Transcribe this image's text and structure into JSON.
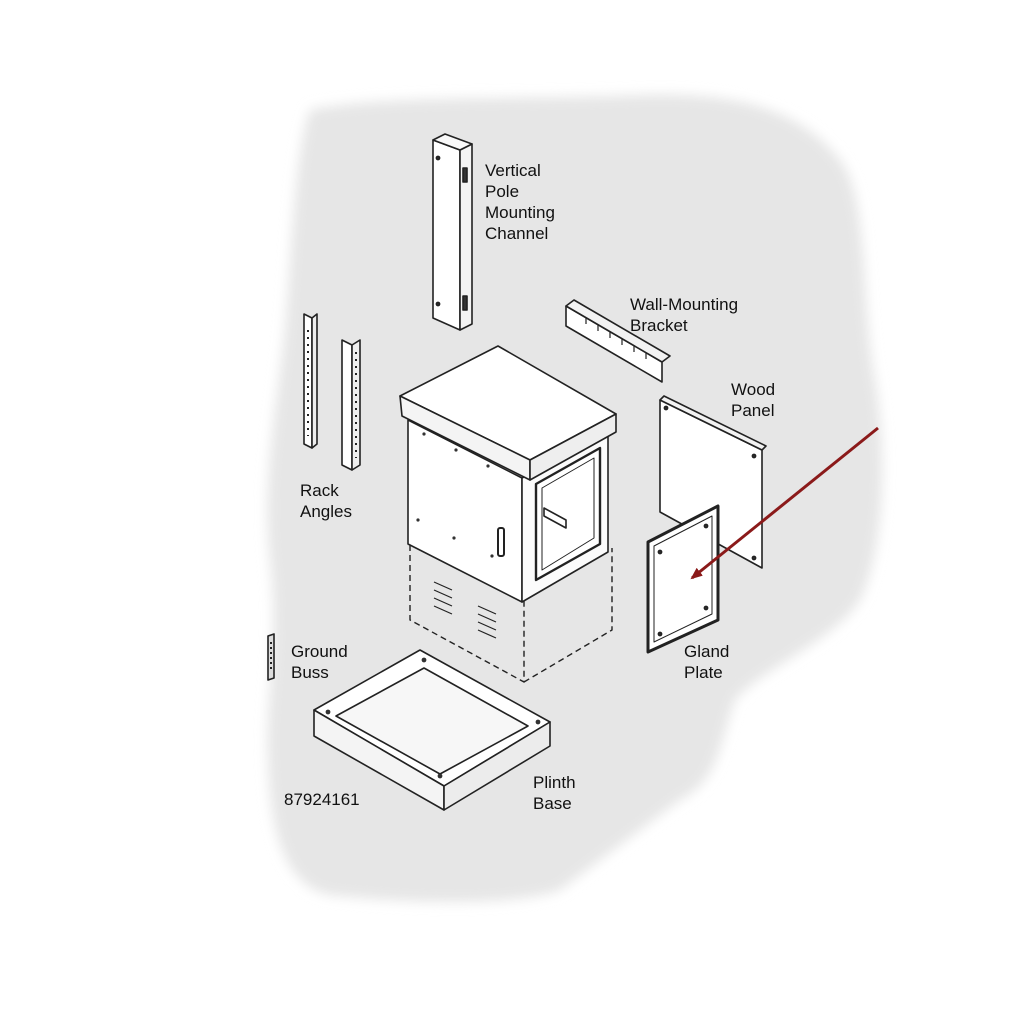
{
  "labels": {
    "vertical_pole": [
      "Vertical",
      "Pole",
      "Mounting",
      "Channel"
    ],
    "wall_bracket": [
      "Wall-Mounting",
      "Bracket"
    ],
    "wood_panel": [
      "Wood",
      "Panel"
    ],
    "rack_angles": [
      "Rack",
      "Angles"
    ],
    "ground_buss": [
      "Ground",
      "Buss"
    ],
    "gland_plate": [
      "Gland",
      "Plate"
    ],
    "plinth_base": [
      "Plinth",
      "Base"
    ],
    "part_number": "87924161"
  },
  "colors": {
    "background_shape": "#e6e6e6",
    "line": "#222222",
    "part_fill": "#ffffff",
    "arrow": "#8b1a1a"
  }
}
